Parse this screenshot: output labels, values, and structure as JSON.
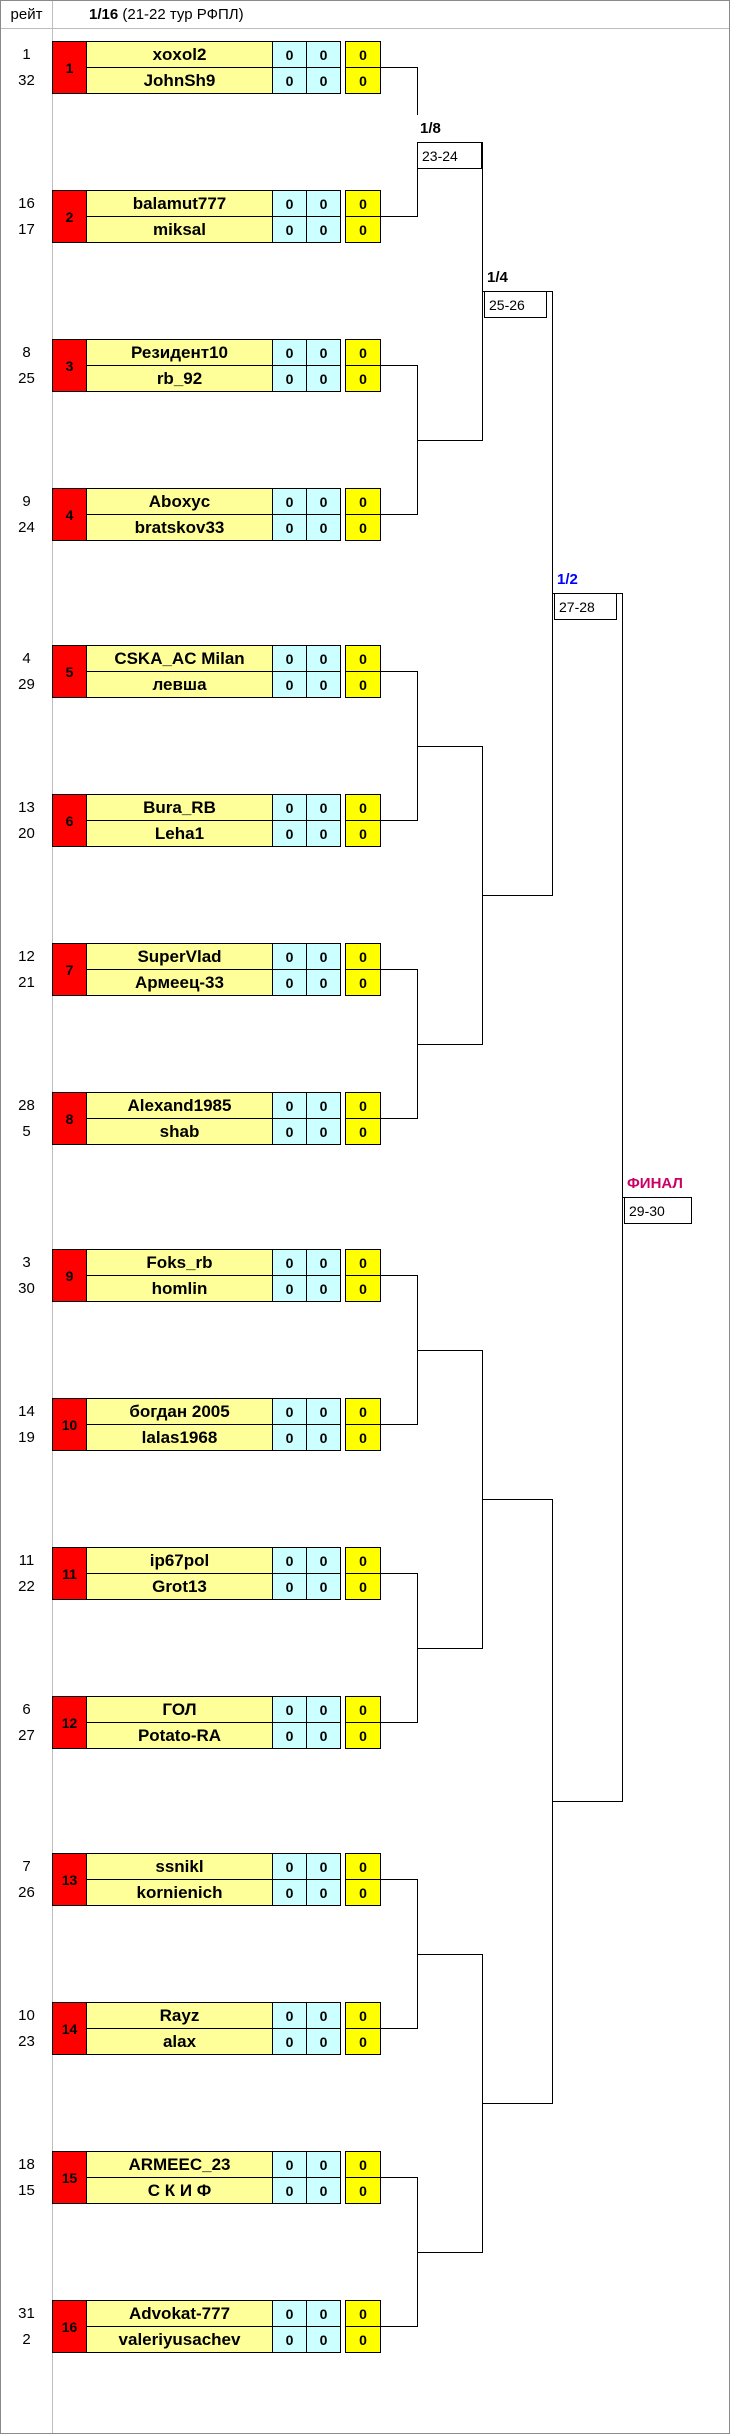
{
  "header": {
    "rating_column_label": "рейт",
    "stage_label": "1/16",
    "stage_suffix": " (21-22 тур РФПЛ)"
  },
  "rounds": [
    {
      "label": "1/8",
      "dates": "23-24",
      "color": "#000000"
    },
    {
      "label": "1/4",
      "dates": "25-26",
      "color": "#000000"
    },
    {
      "label": "1/2",
      "dates": "27-28",
      "color": "#0000ff"
    },
    {
      "label": "ФИНАЛ",
      "dates": "29-30",
      "color": "#cc0066"
    }
  ],
  "matches": [
    {
      "number": "1",
      "players": [
        {
          "seed": "1",
          "name": "xoxol2",
          "score1": "0",
          "score2": "0",
          "total": "0"
        },
        {
          "seed": "32",
          "name": "JohnSh9",
          "score1": "0",
          "score2": "0",
          "total": "0"
        }
      ]
    },
    {
      "number": "2",
      "players": [
        {
          "seed": "16",
          "name": "balamut777",
          "score1": "0",
          "score2": "0",
          "total": "0"
        },
        {
          "seed": "17",
          "name": "miksal",
          "score1": "0",
          "score2": "0",
          "total": "0"
        }
      ]
    },
    {
      "number": "3",
      "players": [
        {
          "seed": "8",
          "name": "Резидент10",
          "score1": "0",
          "score2": "0",
          "total": "0"
        },
        {
          "seed": "25",
          "name": "rb_92",
          "score1": "0",
          "score2": "0",
          "total": "0"
        }
      ]
    },
    {
      "number": "4",
      "players": [
        {
          "seed": "9",
          "name": "Aboxyc",
          "score1": "0",
          "score2": "0",
          "total": "0"
        },
        {
          "seed": "24",
          "name": "bratskov33",
          "score1": "0",
          "score2": "0",
          "total": "0"
        }
      ]
    },
    {
      "number": "5",
      "players": [
        {
          "seed": "4",
          "name": "CSKA_AC Milan",
          "score1": "0",
          "score2": "0",
          "total": "0"
        },
        {
          "seed": "29",
          "name": "левша",
          "score1": "0",
          "score2": "0",
          "total": "0"
        }
      ]
    },
    {
      "number": "6",
      "players": [
        {
          "seed": "13",
          "name": "Bura_RB",
          "score1": "0",
          "score2": "0",
          "total": "0"
        },
        {
          "seed": "20",
          "name": "Leha1",
          "score1": "0",
          "score2": "0",
          "total": "0"
        }
      ]
    },
    {
      "number": "7",
      "players": [
        {
          "seed": "12",
          "name": "SuperVlad",
          "score1": "0",
          "score2": "0",
          "total": "0"
        },
        {
          "seed": "21",
          "name": "Армеец-33",
          "score1": "0",
          "score2": "0",
          "total": "0"
        }
      ]
    },
    {
      "number": "8",
      "players": [
        {
          "seed": "28",
          "name": "Alexand1985",
          "score1": "0",
          "score2": "0",
          "total": "0"
        },
        {
          "seed": "5",
          "name": "shab",
          "score1": "0",
          "score2": "0",
          "total": "0"
        }
      ]
    },
    {
      "number": "9",
      "players": [
        {
          "seed": "3",
          "name": "Foks_rb",
          "score1": "0",
          "score2": "0",
          "total": "0"
        },
        {
          "seed": "30",
          "name": "homlin",
          "score1": "0",
          "score2": "0",
          "total": "0"
        }
      ]
    },
    {
      "number": "10",
      "players": [
        {
          "seed": "14",
          "name": "богдан 2005",
          "score1": "0",
          "score2": "0",
          "total": "0"
        },
        {
          "seed": "19",
          "name": "lalas1968",
          "score1": "0",
          "score2": "0",
          "total": "0"
        }
      ]
    },
    {
      "number": "11",
      "players": [
        {
          "seed": "11",
          "name": "ip67pol",
          "score1": "0",
          "score2": "0",
          "total": "0"
        },
        {
          "seed": "22",
          "name": "Grot13",
          "score1": "0",
          "score2": "0",
          "total": "0"
        }
      ]
    },
    {
      "number": "12",
      "players": [
        {
          "seed": "6",
          "name": "ГОЛ",
          "score1": "0",
          "score2": "0",
          "total": "0"
        },
        {
          "seed": "27",
          "name": "Potato-RA",
          "score1": "0",
          "score2": "0",
          "total": "0"
        }
      ]
    },
    {
      "number": "13",
      "players": [
        {
          "seed": "7",
          "name": "ssnikl",
          "score1": "0",
          "score2": "0",
          "total": "0"
        },
        {
          "seed": "26",
          "name": "kornienich",
          "score1": "0",
          "score2": "0",
          "total": "0"
        }
      ]
    },
    {
      "number": "14",
      "players": [
        {
          "seed": "10",
          "name": "Rayz",
          "score1": "0",
          "score2": "0",
          "total": "0"
        },
        {
          "seed": "23",
          "name": "alax",
          "score1": "0",
          "score2": "0",
          "total": "0"
        }
      ]
    },
    {
      "number": "15",
      "players": [
        {
          "seed": "18",
          "name": "ARMEEC_23",
          "score1": "0",
          "score2": "0",
          "total": "0"
        },
        {
          "seed": "15",
          "name": "С К И Ф",
          "score1": "0",
          "score2": "0",
          "total": "0"
        }
      ]
    },
    {
      "number": "16",
      "players": [
        {
          "seed": "31",
          "name": "Advokat-777",
          "score1": "0",
          "score2": "0",
          "total": "0"
        },
        {
          "seed": "2",
          "name": "valeriyusachev",
          "score1": "0",
          "score2": "0",
          "total": "0"
        }
      ]
    }
  ],
  "colors": {
    "match_number_bg": "#ff0000",
    "player_name_bg": "#ffff99",
    "score_cell_bg": "#ccffff",
    "total_cell_bg": "#ffff00",
    "half_label_color": "#0000ff",
    "final_label_color": "#cc0066",
    "bracket_line": "#000000"
  }
}
